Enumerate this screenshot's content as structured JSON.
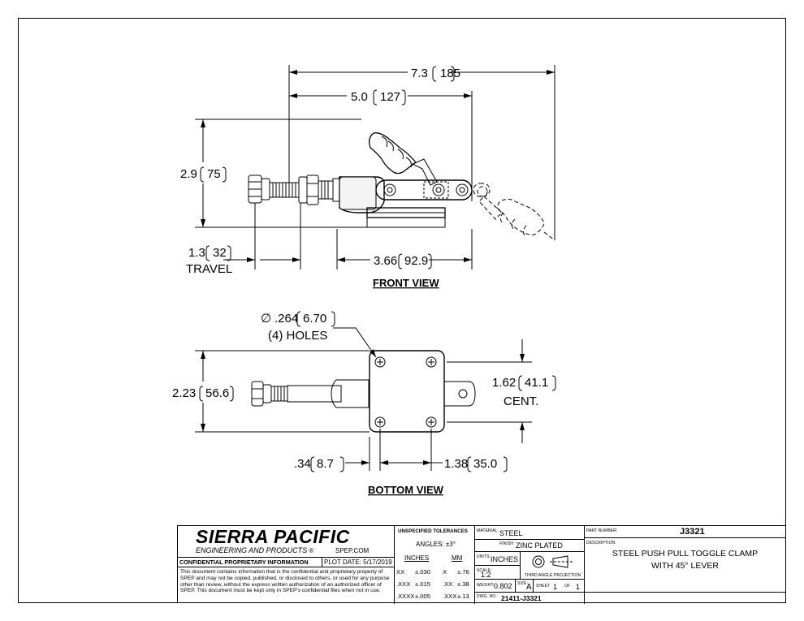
{
  "drawing": {
    "front": {
      "overall": "7.3",
      "overall_mm": "185",
      "to_pivot": "5.0",
      "to_pivot_mm": "127",
      "height": "2.9",
      "height_mm": "75",
      "travel": "1.3",
      "travel_mm": "32",
      "travel_label": "TRAVEL",
      "base": "3.66",
      "base_mm": "92.9",
      "title": "FRONT VIEW"
    },
    "bottom": {
      "hole_prefix": "∅",
      "hole_dia": ".264",
      "hole_dia_mm": "6.70",
      "holes_label": "(4) HOLES",
      "width": "2.23",
      "width_mm": "56.6",
      "cent": "1.62",
      "cent_mm": "41.1",
      "cent_label": "CENT.",
      "offset": ".34",
      "offset_mm": "8.7",
      "spacing": "1.38",
      "spacing_mm": "35.0",
      "title": "BOTTOM  VIEW"
    }
  },
  "titleblock": {
    "company": "SIERRA PACIFIC",
    "subtitle": "ENGINEERING AND PRODUCTS",
    "reg": "®",
    "website": "SPEP.COM",
    "confidential": "CONFIDENTIAL PROPRIETARY INFORMATION",
    "plot_date": "PLOT DATE: 5/17/2019",
    "notice": "This document contains information that is the confidential and proprietary property of SPEP and may not be copied, published, or disclosed to others, or used for any purpose  other than review, without the express written authorization of an authorized officer of SPEP. This document must be kept only in SPEP's confidential files when not in use.",
    "tol_header": "UNSPECIFIED TOLERANCES",
    "angles": "ANGLES: ±3°",
    "inches_hdr": "INCHES",
    "mm_hdr": "MM",
    "tol_rows": [
      {
        "in_k": "XX",
        "in_v": "±.030",
        "mm_k": "X",
        "mm_v": "±.76"
      },
      {
        "in_k": ".XXX",
        "in_v": "±.015",
        "mm_k": ".XX",
        "mm_v": "±.38"
      },
      {
        "in_k": ".XXXX",
        "in_v": "±.005",
        "mm_k": ".XXX",
        "mm_v": "±.13"
      }
    ],
    "material_lbl": "MATERIAL:",
    "material": "STEEL",
    "finish_lbl": "FINISH:",
    "finish": "ZINC PLATED",
    "units_lbl": "UNITS:",
    "units": "INCHES",
    "scale_lbl": "SCALE:",
    "scale": "1:2",
    "projection": "THIRD ANGLE PROJECTION",
    "weight_lbl": "WEIGHT:",
    "weight": "0.802",
    "size_lbl": "SIZE:",
    "size": "A",
    "sheet_lbl": "SHEET",
    "sheet": "1",
    "of_lbl": "OF",
    "sheet_total": "1",
    "dwg_lbl": "DWG. NO.",
    "dwg": "21411-J3321",
    "part_lbl": "PART NUMBER:",
    "part": "J3321",
    "desc_lbl": "DESCRIPTION:",
    "desc1": "STEEL PUSH PULL TOGGLE CLAMP",
    "desc2": "WITH 45° LEVER"
  }
}
